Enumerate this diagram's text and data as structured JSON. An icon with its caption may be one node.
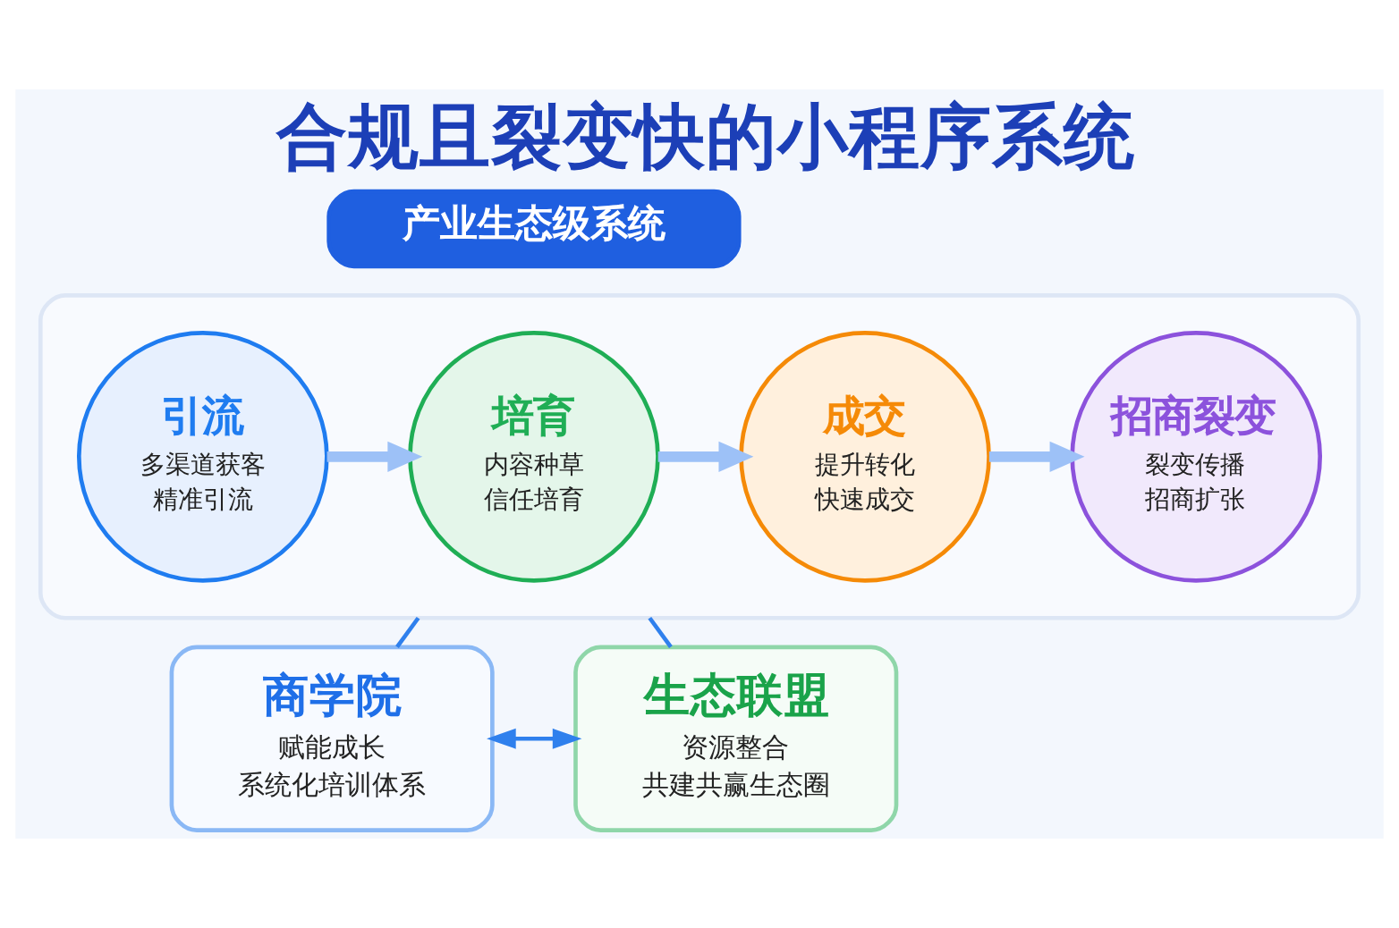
{
  "diagram": {
    "title": "合规且裂变快的小程序系统",
    "nodes": [
      {
        "text": [
          "产业生态级系统"
        ]
      },
      {
        "text": [],
        "shape": "box"
      },
      {
        "text": [
          "引流",
          "多渠道获客",
          "精准引流"
        ],
        "in": 1
      },
      {
        "text": [
          "培育",
          "内容种草",
          "信任培育"
        ],
        "in": 1
      },
      {
        "text": [
          "成交",
          "提升转化",
          "快速成交"
        ],
        "in": 1
      },
      {
        "text": [
          "招商裂变",
          "裂变传播",
          "招商扩张"
        ],
        "in": 1
      },
      {
        "text": [
          "商学院",
          "赋能成长",
          "系统化培训体系"
        ]
      },
      {
        "text": [
          "生态联盟",
          "资源整合",
          "共建共赢生态圈"
        ]
      }
    ],
    "edges": [
      {
        "from": 2,
        "to": 3,
        "arrow": "to",
        "style": "thick"
      },
      {
        "from": 3,
        "to": 4,
        "arrow": "to",
        "style": "thick"
      },
      {
        "from": 4,
        "to": 5,
        "arrow": "to",
        "style": "thick"
      },
      {
        "from": 1,
        "to": 6,
        "arrow": "none",
        "color": "#2f80ed"
      },
      {
        "from": 1,
        "to": 7,
        "arrow": "none",
        "color": "#2f80ed"
      },
      {
        "from": 6,
        "to": 7,
        "arrow": "both",
        "color": "#2f80ed"
      }
    ]
  }
}
